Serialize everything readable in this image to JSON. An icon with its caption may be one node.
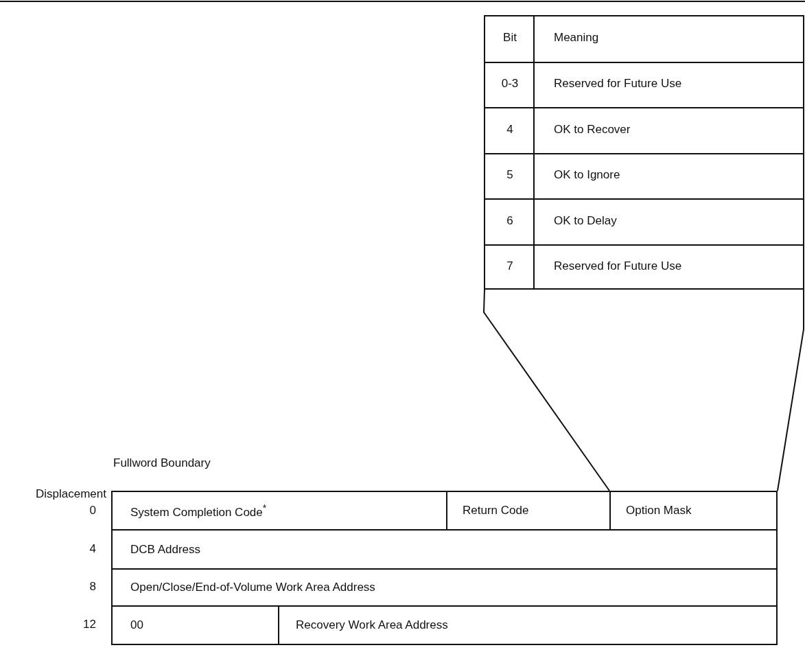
{
  "diagram": {
    "nodes": [
      {
        "text": [
          "System Completion Code$^{*}$"
        ]
      },
      {
        "text": [
          "Return Code"
        ]
      },
      {
        "text": [
          "Option Mask"
        ]
      },
      {
        "text": [
          "DCB Address"
        ]
      },
      {
        "text": [
          "Open/Close/End-of-Volume Work Area Address"
        ]
      },
      {
        "text": [
          "00"
        ]
      },
      {
        "text": [
          "Recovery Work Area Address"
        ]
      },
      {
        "text": [],
        "shape": "box"
      }
    ],
    "edges": [
      {
        "from": 2,
        "to": 7,
        "arrow": "none"
      },
      {
        "from": 2,
        "to": 7,
        "arrow": "none"
      }
    ],
    "labels": [
      "Bit",
      "Meaning",
      "0-3",
      "Reserved for Future Use",
      "4",
      "OK to Recover",
      "5",
      "OK to Ignore",
      "6",
      "OK to Delay",
      "7",
      "Reserved for Future Use",
      "Fullword Boundary",
      "Displacement",
      "0",
      "4",
      "8",
      "12"
    ]
  }
}
